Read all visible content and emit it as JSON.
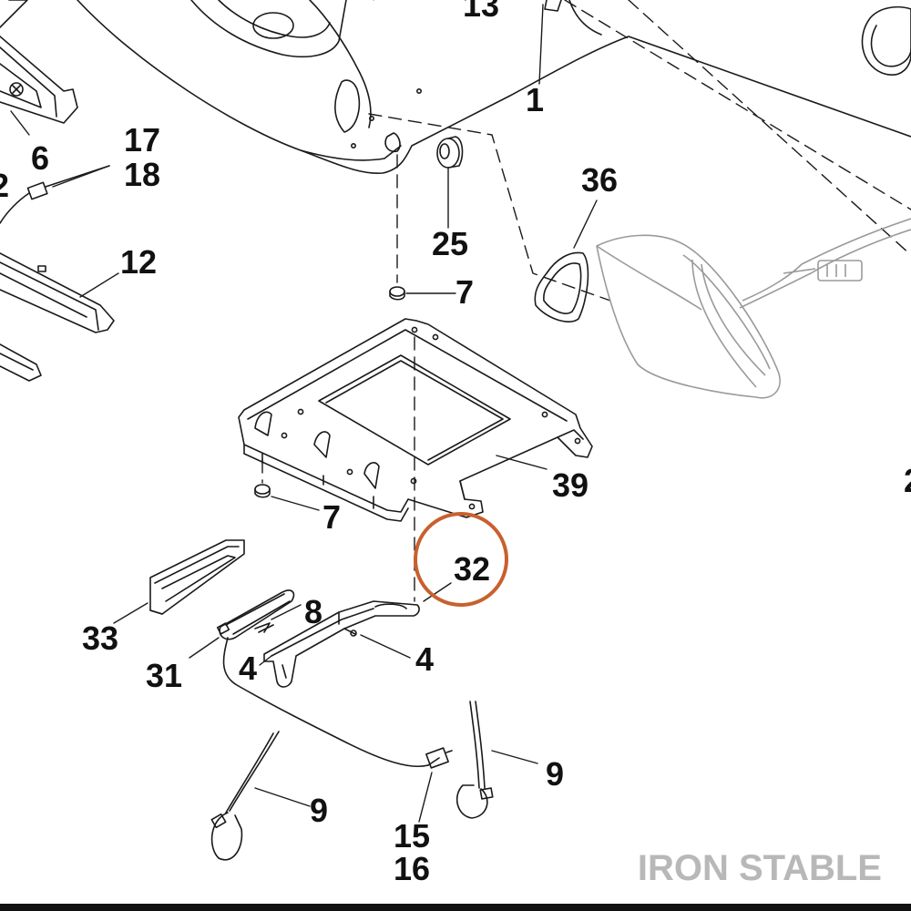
{
  "diagram": {
    "labels": {
      "l13": "13",
      "l1": "1",
      "l6": "6",
      "l17": "17",
      "l18": "18",
      "l2": "2",
      "l12": "12",
      "l36": "36",
      "l25": "25",
      "l7a": "7",
      "l39": "39",
      "l7b": "7",
      "l32": "32",
      "l33": "33",
      "l8": "8",
      "l31": "31",
      "l4a": "4",
      "l4b": "4",
      "l9a": "9",
      "l9b": "9",
      "l15": "15",
      "l16": "16",
      "l2r": "2"
    },
    "highlight": {
      "label": "32",
      "color": "#c8602e"
    },
    "watermark": {
      "text": "IRON STABLE",
      "color": "#b8b8b8"
    }
  }
}
